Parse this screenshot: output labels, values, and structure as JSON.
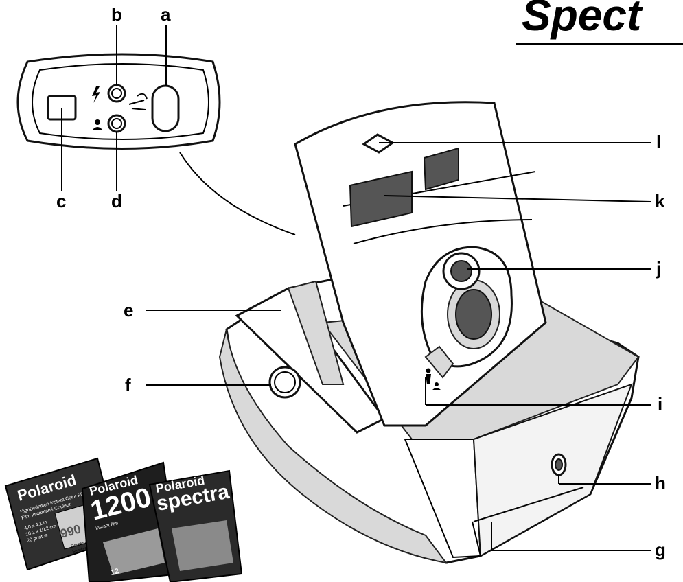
{
  "title": "Spect",
  "callouts": {
    "a": "a",
    "b": "b",
    "c": "c",
    "d": "d",
    "e": "e",
    "f": "f",
    "g": "g",
    "h": "h",
    "i": "i",
    "j": "j",
    "k": "k",
    "l": "l"
  },
  "film_packs": {
    "pack1": {
      "brand": "Polaroid",
      "subtitle1": "HighDefinition Instant Color Film",
      "subtitle2": "Film Instantané Couleur",
      "spec1": "4,0 x 4,1 in",
      "spec2": "10,2 x 10,2 cm",
      "spec3": "20 photos",
      "number": "990",
      "note1": "Develops 5 times",
      "note2": "Se développe 5 fois"
    },
    "pack2": {
      "brand": "Polaroid",
      "model": "1200",
      "sub": "instant film",
      "count": "12"
    },
    "pack3": {
      "brand": "Polaroid",
      "model": "spectra"
    }
  },
  "colors": {
    "ink": "#000000",
    "paper": "#ffffff",
    "shade": "#d9d9d9"
  }
}
